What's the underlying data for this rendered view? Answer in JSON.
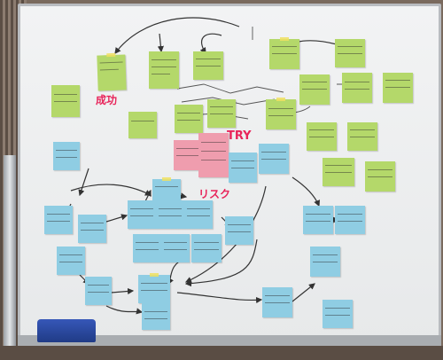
{
  "labels": {
    "success": "成功",
    "try": "TRY",
    "risk": "リスク"
  },
  "colors": {
    "note_green": "#b4d86a",
    "note_blue": "#8fcde3",
    "note_pink": "#ef9dae",
    "label_red": "#e8245a",
    "marker_line": "#333333"
  }
}
